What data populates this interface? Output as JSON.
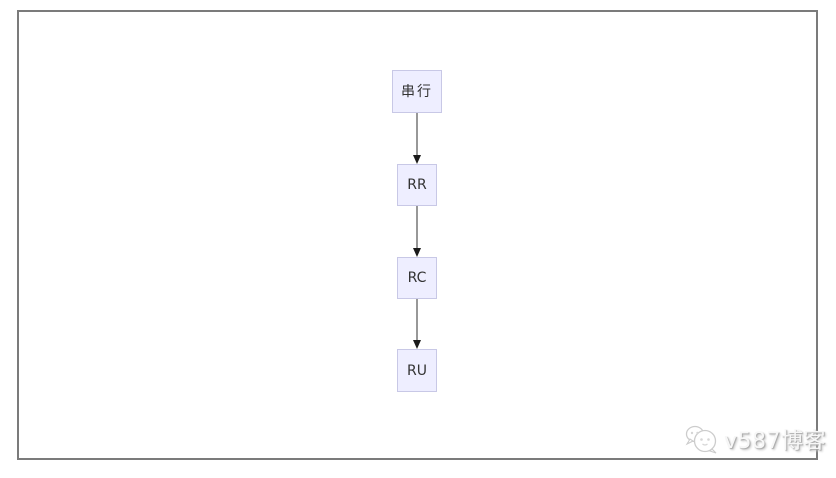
{
  "frame": {
    "border_color": "#7b7b7b",
    "background": "#ffffff"
  },
  "diagram": {
    "type": "flowchart",
    "direction": "top-down",
    "nodes": [
      {
        "id": "serial",
        "label": "串行"
      },
      {
        "id": "rr",
        "label": "RR"
      },
      {
        "id": "rc",
        "label": "RC"
      },
      {
        "id": "ru",
        "label": "RU"
      }
    ],
    "edges": [
      {
        "from": "串行",
        "to": "RR"
      },
      {
        "from": "RR",
        "to": "RC"
      },
      {
        "from": "RC",
        "to": "RU"
      }
    ],
    "colors": {
      "node_fill": "#eeeeff",
      "node_border": "#c8c8e6",
      "node_text": "#333333",
      "arrow_line": "#6b6b6b",
      "arrow_head": "#1a1a1a"
    }
  },
  "watermark": {
    "text": "v587博客",
    "icon": "mascot-chat-icon",
    "style": "embossed-light-gray"
  }
}
